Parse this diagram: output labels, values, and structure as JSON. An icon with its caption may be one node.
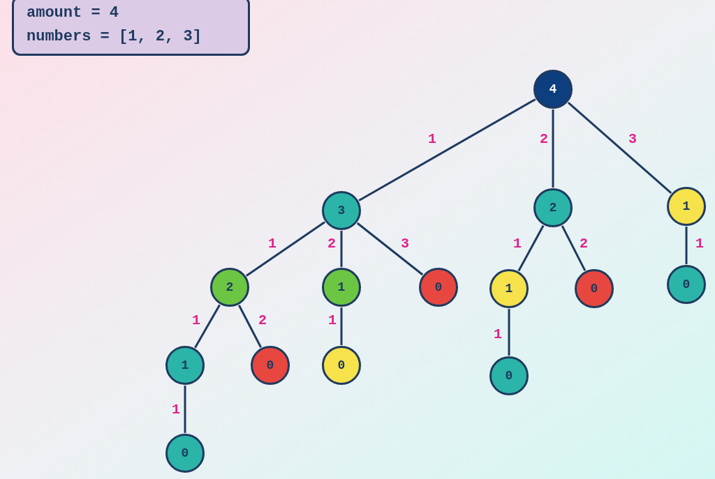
{
  "diagram": {
    "nodes": [
      {
        "text": [
          "amount = 4",
          "numbers = [1, 2, 3]"
        ]
      },
      {
        "text": [
          "4"
        ]
      },
      {
        "text": [
          "3"
        ]
      },
      {
        "text": [
          "2"
        ]
      },
      {
        "text": [
          "1"
        ]
      },
      {
        "text": [
          "2"
        ]
      },
      {
        "text": [
          "1"
        ]
      },
      {
        "text": [
          "0"
        ]
      },
      {
        "text": [
          "1"
        ]
      },
      {
        "text": [
          "0"
        ]
      },
      {
        "text": [
          "0"
        ]
      },
      {
        "text": [
          "1"
        ]
      },
      {
        "text": [
          "0"
        ]
      },
      {
        "text": [
          "0"
        ]
      },
      {
        "text": [
          "0"
        ]
      },
      {
        "text": [
          "0"
        ]
      }
    ],
    "edges": [
      {
        "from": 1,
        "to": 2,
        "arrow": "none",
        "label": "1"
      },
      {
        "from": 1,
        "to": 3,
        "arrow": "none",
        "label": "2"
      },
      {
        "from": 1,
        "to": 4,
        "arrow": "none",
        "label": "3"
      },
      {
        "from": 2,
        "to": 5,
        "arrow": "none",
        "label": "1"
      },
      {
        "from": 2,
        "to": 6,
        "arrow": "none",
        "label": "2"
      },
      {
        "from": 2,
        "to": 7,
        "arrow": "none",
        "label": "3"
      },
      {
        "from": 3,
        "to": 8,
        "arrow": "none",
        "label": "1"
      },
      {
        "from": 3,
        "to": 9,
        "arrow": "none",
        "label": "2"
      },
      {
        "from": 4,
        "to": 10,
        "arrow": "none",
        "label": "1"
      },
      {
        "from": 5,
        "to": 11,
        "arrow": "none",
        "label": "1"
      },
      {
        "from": 5,
        "to": 12,
        "arrow": "none",
        "label": "2"
      },
      {
        "from": 6,
        "to": 13,
        "arrow": "none",
        "label": "1"
      },
      {
        "from": 8,
        "to": 14,
        "arrow": "none",
        "label": "1"
      },
      {
        "from": 11,
        "to": 15,
        "arrow": "none",
        "label": "1"
      }
    ]
  }
}
